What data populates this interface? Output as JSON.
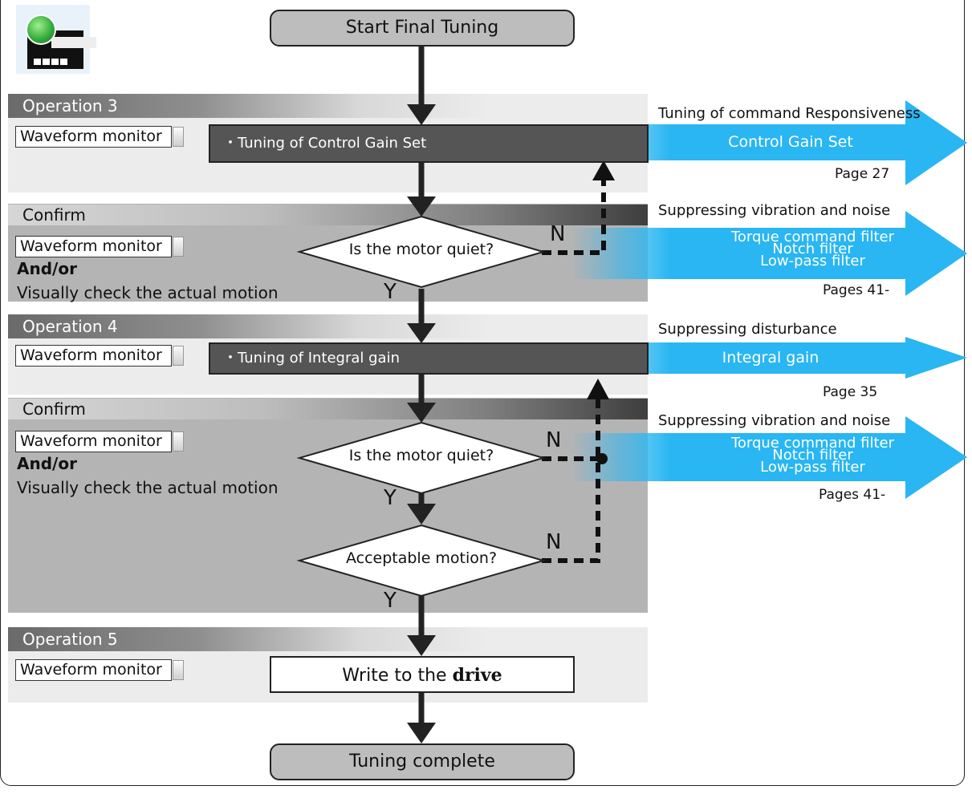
{
  "flow": {
    "start": "Start Final Tuning",
    "step_gain": "・Tuning of Control Gain Set",
    "decision_1": "Is the motor quiet?",
    "step_integral": "・Tuning of Integral gain",
    "decision_2": "Is the motor quiet?",
    "decision_3": "Acceptable motion?",
    "write_prefix": "Write to the ",
    "write_emph": "drive",
    "end": "Tuning complete",
    "yes": "Y",
    "no": "N"
  },
  "sections": {
    "op3": "Operation 3",
    "confirm1": "Confirm",
    "op4": "Operation 4",
    "confirm2": "Confirm",
    "op5": "Operation 5",
    "waveform": "Waveform monitor",
    "andor": "And/or",
    "visual": "Visually check the actual motion"
  },
  "side": {
    "r1_title": "Tuning of command Responsiveness",
    "r1_label": "Control Gain Set",
    "r1_page": "Page 27",
    "r2_title": "Suppressing vibration and noise",
    "r2_l1": "Torque command filter",
    "r2_l2": "Notch filter",
    "r2_l3": "Low-pass filter",
    "r2_page": "Pages 41-",
    "r3_title": "Suppressing disturbance",
    "r3_label": "Integral gain",
    "r3_page": "Page 35",
    "r4_title": "Suppressing vibration and noise",
    "r4_l1": "Torque command filter",
    "r4_l2": "Notch filter",
    "r4_l3": "Low-pass filter",
    "r4_page": "Pages 41-"
  },
  "colors": {
    "arrow_blue": "#29b6f2",
    "band_light": "#ececec",
    "band_dark": "#b4b4b4",
    "process_dark": "#555555",
    "terminal_fill": "#bdbdbd"
  }
}
